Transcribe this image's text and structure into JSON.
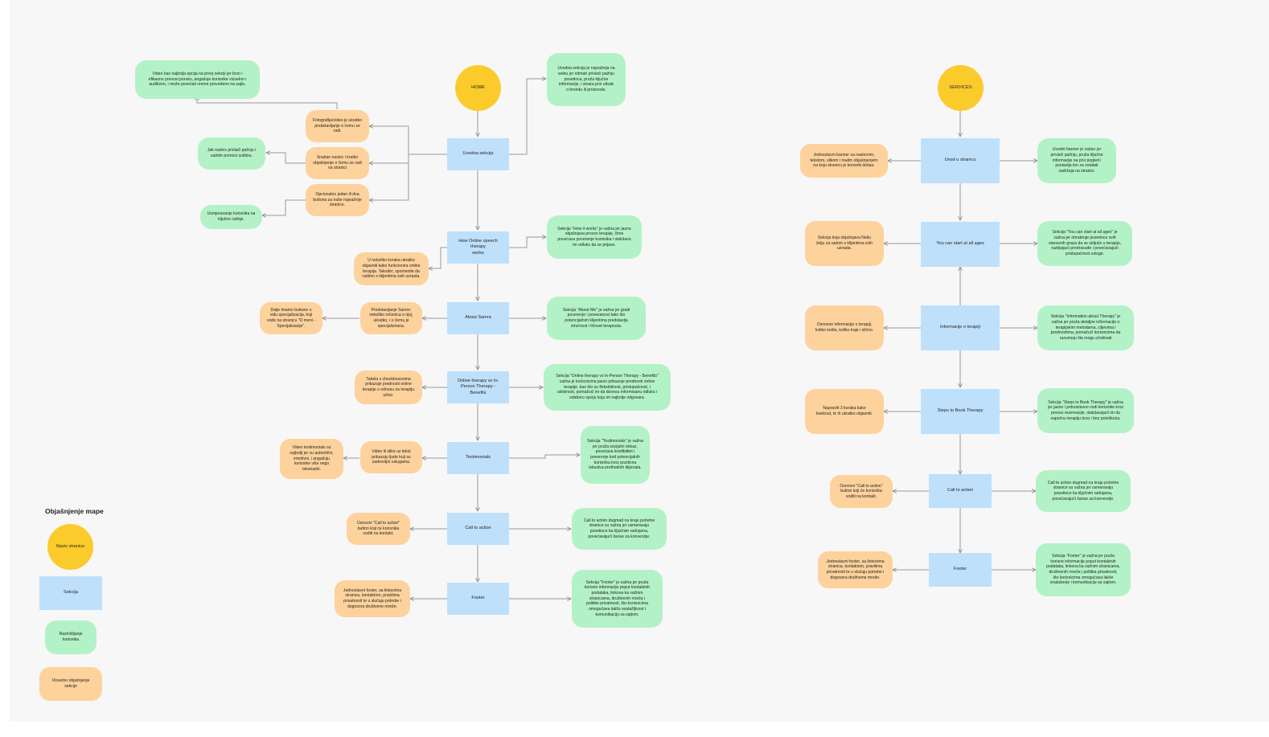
{
  "legend": {
    "title": "Objašnjenje mape",
    "items": [
      {
        "id": "lg-page",
        "text": "Naziv stranice"
      },
      {
        "id": "lg-sec",
        "text": "Sekcija"
      },
      {
        "id": "lg-note",
        "text": "Razmišljanje korisnika"
      },
      {
        "id": "lg-vis",
        "text": "Vizuelno objašnjenje\nsekcije"
      }
    ]
  },
  "home": {
    "title": "HOME",
    "sections": [
      {
        "id": "h1",
        "label": "Uvodna sekcija"
      },
      {
        "id": "h2",
        "label": "How Online speech therapy\nworks"
      },
      {
        "id": "h3",
        "label": "About Samra"
      },
      {
        "id": "h4",
        "label": "Online therapy vs In-\nPerson Therapy - Benefits"
      },
      {
        "id": "h5",
        "label": "Testimonials"
      },
      {
        "id": "h6",
        "label": "Call to action"
      },
      {
        "id": "h7",
        "label": "Footer"
      }
    ],
    "notes": [
      {
        "id": "hn1",
        "text": "Uvodna sekcija je najvažnija na\nwebu jer odmah privlači pažnju\nposetioca, pruža ključne\ninformacije, i stvara prvi utisak\no brendu ili proizvodu."
      },
      {
        "id": "hn2",
        "text": "Sekcija \"How it works\" je važna jer jasno\nobjašnjava proces terapije, čime\npovećava poverenje korisnika i olakšava\nim odluku da se prijave."
      },
      {
        "id": "hn3",
        "text": "Sekcija \"About Me\" je važna jer gradi\npoverenje i povezanost tako što\npotencijalnim klijentima predstavlja\nstručnost i ličnost terapeuta."
      },
      {
        "id": "hn4",
        "text": "Sekcija \"Online therapy vs In-Person Therapy - Benefits\"\nvažna je korisnicima jasno prikazuje prednosti online\nterapije, kao što su fleksibilnost, pristupačnost, i\nudobnost, pomažući im da donesu informisanu odluku i\nodaberu opciju koja im najbolje odgovara."
      },
      {
        "id": "hn5",
        "text": "Sekcija \"Testimonials\" je važna\njer pruža socijalni dokaz,\npovećava kredibilitet i\npoverenje kod potencijalnih\nkorisnika kroz pozitivna\niskustva prethodnih klijenata."
      },
      {
        "id": "hn6",
        "text": "Call to action dugmad na kraju početne\nstranice su važna jer usmeravaju\nposetioce ka ključnim radnjama,\npovećavajući šanse za konverzije."
      },
      {
        "id": "hn7",
        "text": "Sekcija \"Footer\" je važna jer pruža\nkorisne informacije poput kontaktnih\npodataka, linkova ka važnim\nstranicama, društvenih mreža i\npolitike privatnosti, što korisnicima\nomogućava lakšu snalažljivost i\nkomunikaciju sa sajtom."
      },
      {
        "id": "hn8",
        "text": "Video kao najbolja opcija na prvoj sekciji jer brzo i\nefikasno prenosi poruku, angažuje korisnike vizuelno i\nauditivno, i može povećati vreme provedeno na sajtu."
      },
      {
        "id": "hn9",
        "text": "Jak naslov privlači pažnju i\nsažeto prenosi suštinu."
      },
      {
        "id": "hn10",
        "text": "Usmjeravanje korisnika na\nključne radnje."
      }
    ],
    "visuals": [
      {
        "id": "hv1",
        "text": "Fotografija/video je ukratko\npredstavljanje o čemu se\nradi."
      },
      {
        "id": "hv2",
        "text": "Snažan naslov i kratko\nobjašnjenje o čemu se radi\nna stranici"
      },
      {
        "id": "hv3",
        "text": "Opcionalno jedan ili dva\nbuttona za naše najvažnije\nstranice."
      },
      {
        "id": "hv4",
        "text": "U nekoliko koraka ukratko\nobjasniti kako funkcionira online\nterapija. Također, spomenite da\nradimo s klijentima svih uzrasta."
      },
      {
        "id": "hv5",
        "text": "Predstavljanje Samre:\nnekoliko rečenica o njoj,\nukratko, i o čemu je\nspecijalizirana."
      },
      {
        "id": "hv6",
        "text": "Dalje imamo buttone u\nvidu specijalizacija, koji\nvode na stranicu \"O meni -\nSpecijalizacije\"."
      },
      {
        "id": "hv7",
        "text": "Tabela s checkboxovima\nprikazuje prednosti online\nterapije u odnosu na terapiju\nuživo."
      },
      {
        "id": "hv8",
        "text": "Video ili slike uz tekst\nprikazuju ljude koji su\nzadovoljni uslugama."
      },
      {
        "id": "hv9",
        "text": "Video testimonials su\nnajbolji jer su autentični,\nemotivni, i angažuju\nkorisnike više nego\ntekstualni."
      },
      {
        "id": "hv10",
        "text": "Osnovni \"Call to action\"\nbutton koji će korisnika\nvoditi na kontakt."
      },
      {
        "id": "hv11",
        "text": "Jednostavni footer, sa linkovima\nstranica, kontaktom, pravilima\nprivatnosti te u slučaju potrebe i\ndogovora društvene mreže."
      }
    ]
  },
  "services": {
    "title": "SERVICES",
    "sections": [
      {
        "id": "s1",
        "label": "Uvod u stranicu"
      },
      {
        "id": "s2",
        "label": "You can start at all ages"
      },
      {
        "id": "s3",
        "label": "Informacije o terapiji"
      },
      {
        "id": "s4",
        "label": "Steps to Book Therapy"
      },
      {
        "id": "s5",
        "label": "Call to action"
      },
      {
        "id": "s6",
        "label": "Footer"
      }
    ],
    "notes": [
      {
        "id": "sn1",
        "text": "Uvodni banner je važan jer\nprivlači pažnju, pruža ključne\ninformacije na prvi pogled i\npostavlja ton za ostatak\nsadržaja na stranici."
      },
      {
        "id": "sn2",
        "text": "Sekcija \"You can start at all ages\" je\nvažna jer ohrabruje posetioce svih\nstarosnih grupa da se uključe u terapiju,\nrazbijajući predrasude i povećavajući\npristupačnost usluge."
      },
      {
        "id": "sn3",
        "text": "Sekcija \"Information about Therapy\" je\nvažna jer pruža detaljne informacije o\nterapijskim metodama, ciljevima i\nprednostima, pomažući korisnicima da\nrazumeju šta mogu očekivati"
      },
      {
        "id": "sn4",
        "text": "Sekcija \"Steps to Book Therapy\" je važna\njer jasno i jednostavno vodi korisnike kroz\nproces rezervacije, olakšavajući im da\nzapočnu terapiju brzo i bez poteškoća."
      },
      {
        "id": "sn5",
        "text": "Call to action dugmad na kraju početne\nstranice su važna jer usmeravaju\nposetioce ka ključnim radnjama,\npovećavajući šanse za konverzije."
      },
      {
        "id": "sn6",
        "text": "Sekcija \"Footer\" je važna jer pruža\nkorisne informacije poput kontaktnih\npodataka, linkova ka važnim stranicama,\ndruštvenih mreža i politika privatnosti,\nšto korisnicima omogućava lakše\nsnalaženje i komunikaciju sa sajtom."
      }
    ],
    "visuals": [
      {
        "id": "sv1",
        "text": "Jednostavni banner sa naslovom,\ntekstom, slikom i malim objašnjenjem\nna koju stranicu je korisnik došao."
      },
      {
        "id": "sv2",
        "text": "Sekcija koja objašnjava Našu\nželju za radom s klijentima svih\nuzrasta."
      },
      {
        "id": "sv3",
        "text": "Osnovne informacije o terapiji,\nkoliko košta, koliko traje i slično."
      },
      {
        "id": "sv4",
        "text": "Napraviti 3 koraka kako\nbooknut, te ih ukratko objasniti."
      },
      {
        "id": "sv5",
        "text": "Osnovni \"Call to action\"\nbutton koji će korisnika\nvoditi na kontakt."
      },
      {
        "id": "sv6",
        "text": "Jednostavni footer, sa linkovima\nstranica, kontaktom, pravilima\nprivatnosti te u slučaju potrebe i\ndogovora društvene mreže."
      }
    ]
  }
}
